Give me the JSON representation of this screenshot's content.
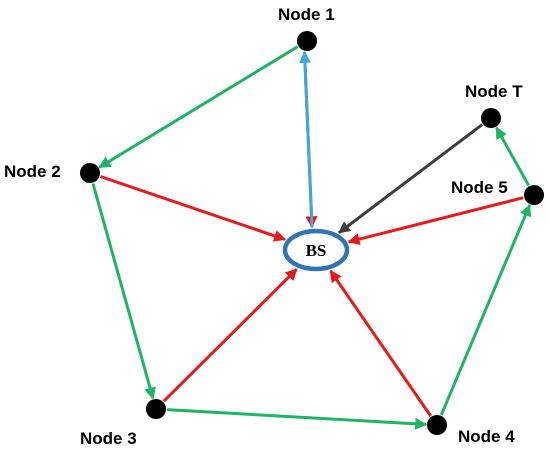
{
  "colors": {
    "green": "#1db464",
    "red": "#e8191b",
    "blue": "#3ea9dc",
    "gray": "#3c3c3c",
    "bs_stroke": "#2e75b6",
    "node": "#000000"
  },
  "nodes": [
    {
      "id": "node1",
      "label": "Node 1"
    },
    {
      "id": "node2",
      "label": "Node 2"
    },
    {
      "id": "node3",
      "label": "Node 3"
    },
    {
      "id": "node4",
      "label": "Node 4"
    },
    {
      "id": "node5",
      "label": "Node 5"
    },
    {
      "id": "nodeT",
      "label": "Node T"
    }
  ],
  "base_station": {
    "label": "BS"
  },
  "edges": [
    {
      "from": "node1",
      "to": "node2",
      "color": "green"
    },
    {
      "from": "node2",
      "to": "node3",
      "color": "green"
    },
    {
      "from": "node3",
      "to": "node4",
      "color": "green"
    },
    {
      "from": "node4",
      "to": "node5",
      "color": "green"
    },
    {
      "from": "node5",
      "to": "nodeT",
      "color": "green"
    },
    {
      "from": "node1",
      "to": "bs",
      "color": "red"
    },
    {
      "from": "node2",
      "to": "bs",
      "color": "red"
    },
    {
      "from": "node3",
      "to": "bs",
      "color": "red"
    },
    {
      "from": "node4",
      "to": "bs",
      "color": "red"
    },
    {
      "from": "node5",
      "to": "bs",
      "color": "red"
    },
    {
      "from": "bs",
      "to": "node1",
      "color": "blue"
    },
    {
      "from": "nodeT",
      "to": "bs",
      "color": "gray"
    }
  ]
}
